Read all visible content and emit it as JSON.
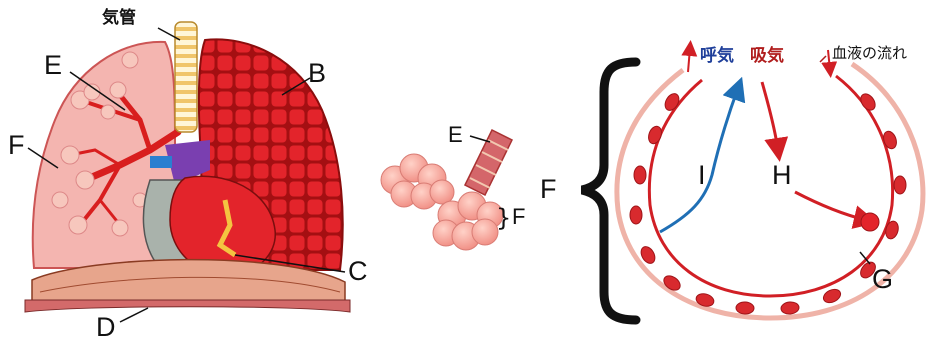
{
  "labels": {
    "trachea": "気管",
    "b": "B",
    "c": "C",
    "d": "D",
    "e_left": "E",
    "f_left": "F",
    "e_mid": "E",
    "f_mid": "F",
    "f_bracket": "F",
    "g": "G",
    "h": "H",
    "i": "I",
    "exhale": "呼気",
    "inhale": "吸気",
    "blood_flow": "血液の流れ"
  },
  "colors": {
    "lung_pink": "#f4b5b0",
    "lung_red": "#d81e1e",
    "vessel_red": "#cc1e24",
    "exhale_blue": "#1f6fb5",
    "heart_gray": "#a9b2ab",
    "diaphragm": "#e7a58c"
  }
}
